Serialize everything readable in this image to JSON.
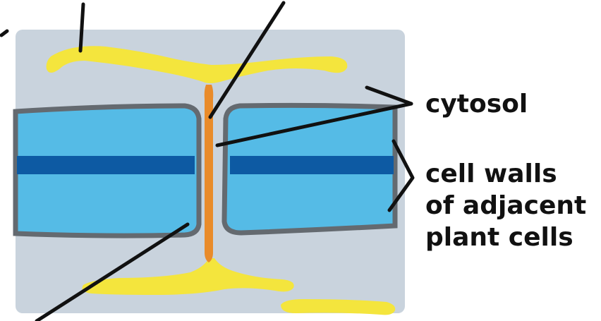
{
  "labels": {
    "cytosol": "cytosol",
    "cell_walls": [
      "cell walls",
      "of adjacent",
      "plant cells"
    ]
  },
  "colors": {
    "cytosol_fill": "#c9d3dd",
    "cell_wall": "#55bbe6",
    "middle_lamella": "#0d5aa3",
    "membrane_outline": "#646a70",
    "er_yellow": "#f4e53d",
    "desmotubule_orange": "#e98b2a",
    "leader_line": "#111111"
  }
}
